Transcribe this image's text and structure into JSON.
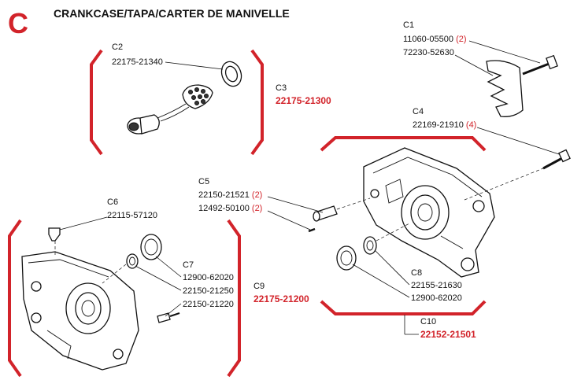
{
  "header": {
    "section_letter": "C",
    "title": "CRANKCASE/TAPA/CARTER DE MANIVELLE"
  },
  "parts": {
    "c1": {
      "ref": "C1",
      "lines": [
        {
          "number": "11060-05500",
          "qty": "(2)"
        },
        {
          "number": "72230-52630",
          "qty": ""
        }
      ]
    },
    "c2": {
      "ref": "C2",
      "lines": [
        {
          "number": "22175-21340",
          "qty": ""
        }
      ]
    },
    "c3": {
      "ref": "C3",
      "assembly": "22175-21300"
    },
    "c4": {
      "ref": "C4",
      "lines": [
        {
          "number": "22169-21910",
          "qty": "(4)"
        }
      ]
    },
    "c5": {
      "ref": "C5",
      "lines": [
        {
          "number": "22150-21521",
          "qty": "(2)"
        },
        {
          "number": "12492-50100",
          "qty": "(2)"
        }
      ]
    },
    "c6": {
      "ref": "C6",
      "lines": [
        {
          "number": "22115-57120",
          "qty": ""
        }
      ]
    },
    "c7": {
      "ref": "C7",
      "lines": [
        {
          "number": "12900-62020",
          "qty": ""
        },
        {
          "number": "22150-21250",
          "qty": ""
        },
        {
          "number": "22150-21220",
          "qty": ""
        }
      ]
    },
    "c8": {
      "ref": "C8",
      "lines": [
        {
          "number": "22155-21630",
          "qty": ""
        },
        {
          "number": "12900-62020",
          "qty": ""
        }
      ]
    },
    "c9": {
      "ref": "C9",
      "assembly": "22175-21200"
    },
    "c10": {
      "ref": "C10",
      "assembly": "22152-21501"
    }
  },
  "colors": {
    "accent": "#d2232a",
    "ink": "#111111"
  }
}
